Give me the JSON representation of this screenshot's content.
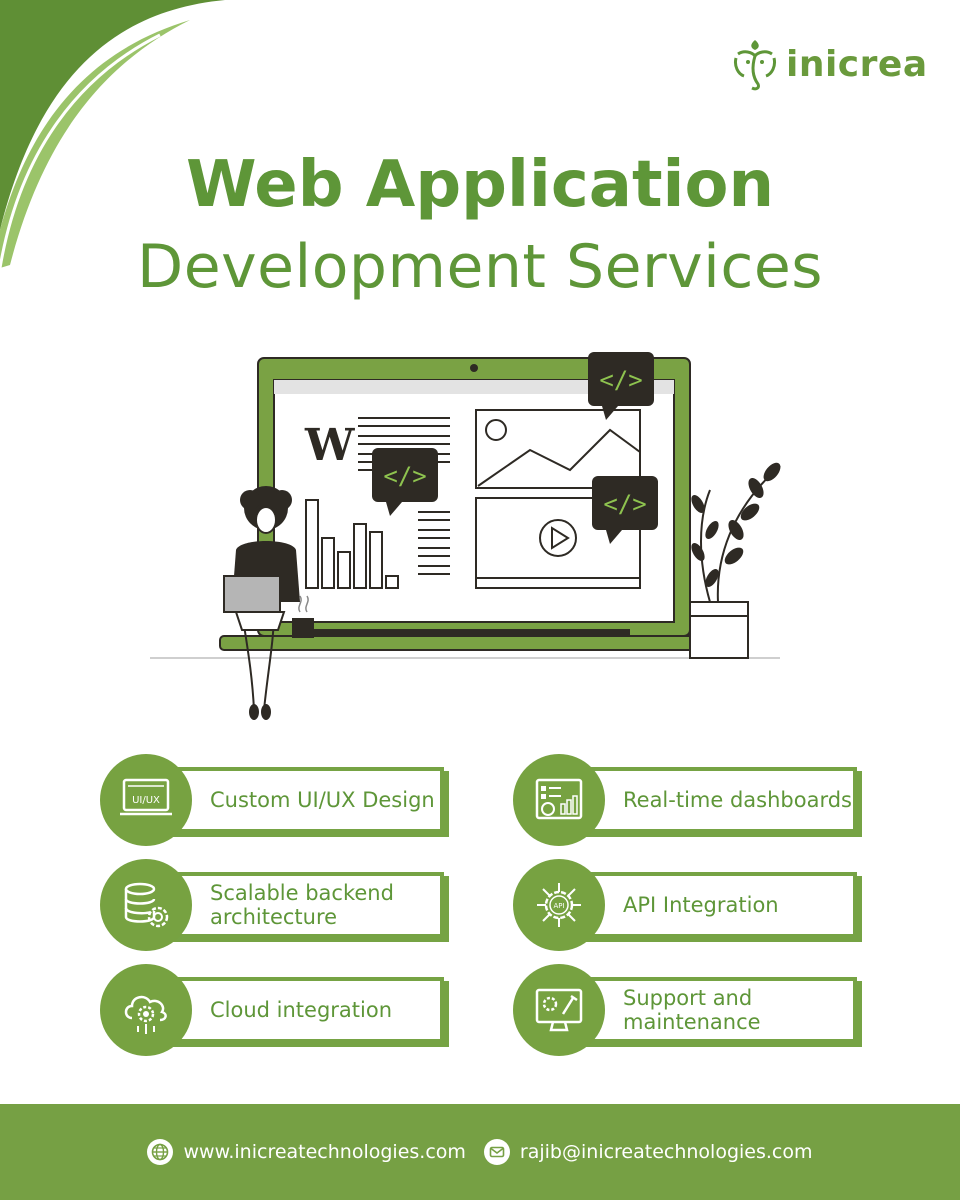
{
  "brand": {
    "name": "inicrea",
    "logo_icon": "ganesha-logo-icon"
  },
  "heading": {
    "line1": "Web Application",
    "line2": "Development Services"
  },
  "colors": {
    "primary": "#76a044",
    "dark": "#2e2a24"
  },
  "illustration": {
    "letter": "W",
    "code_tag": "</>"
  },
  "features": [
    {
      "label": "Custom UI/UX Design",
      "icon": "ui-ux-icon",
      "icon_text": "UI/UX"
    },
    {
      "label": "Real-time dashboards",
      "icon": "dashboard-icon"
    },
    {
      "label": "Scalable backend architecture",
      "icon": "database-gear-icon"
    },
    {
      "label": "API Integration",
      "icon": "api-chip-icon",
      "icon_text": "API"
    },
    {
      "label": "Cloud integration",
      "icon": "cloud-gear-icon"
    },
    {
      "label": "Support and maintenance",
      "icon": "monitor-tools-icon"
    }
  ],
  "footer": {
    "website": "www.inicreatechnologies.com",
    "email": "rajib@inicreatechnologies.com",
    "website_icon": "globe-icon",
    "email_icon": "mail-icon"
  }
}
